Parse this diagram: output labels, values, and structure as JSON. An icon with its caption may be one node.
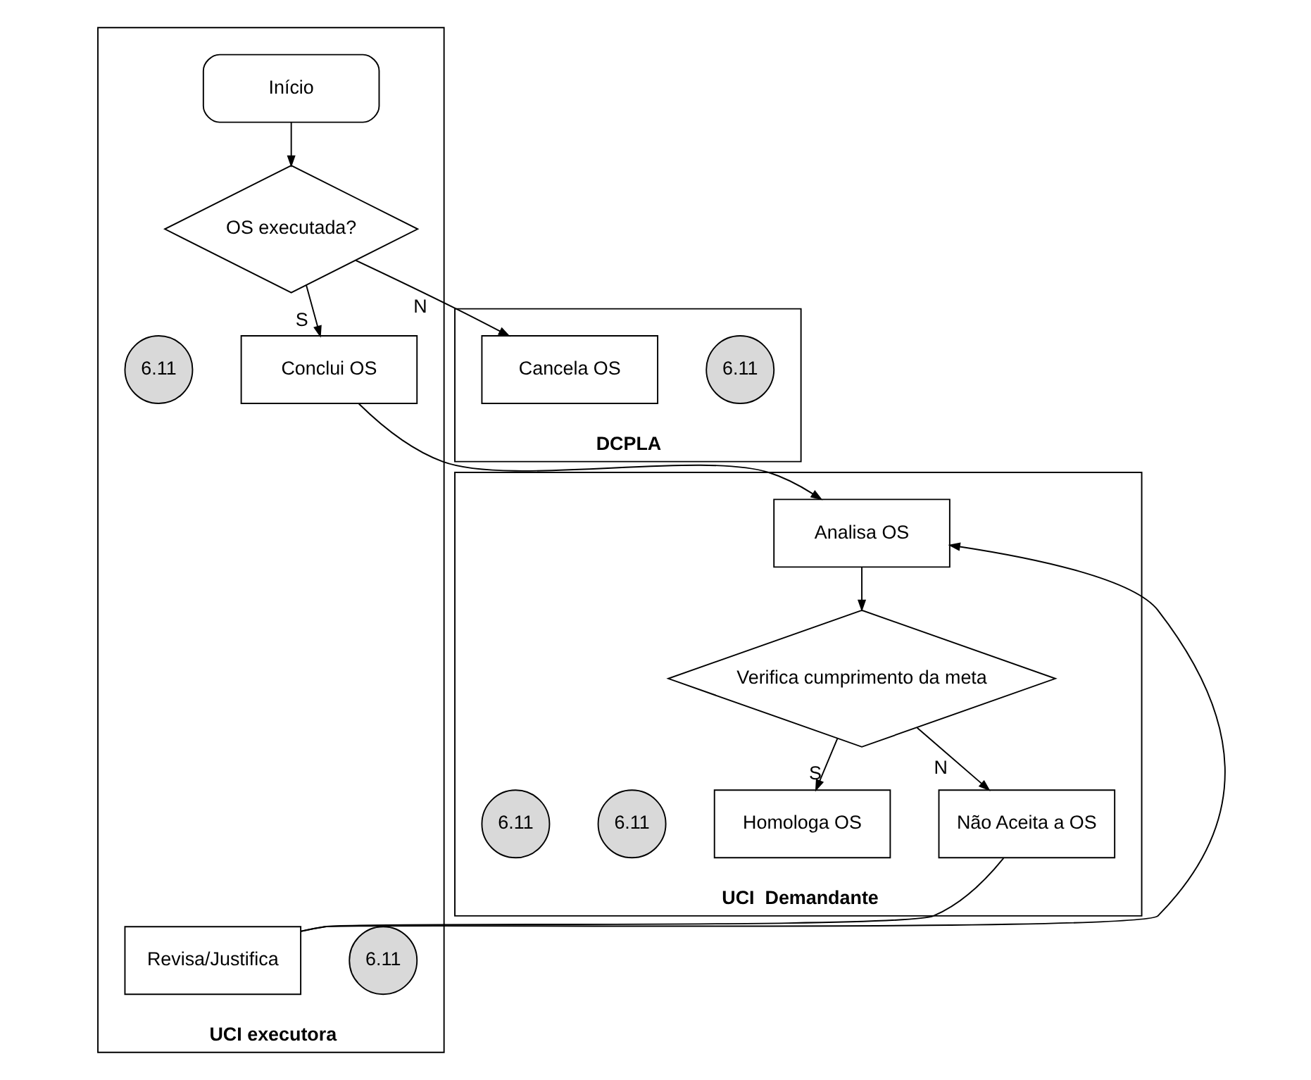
{
  "diagram": {
    "nodes": [
      {
        "text": [
          "UCI  Demandante"
        ]
      },
      {
        "text": [
          "DCPLA"
        ]
      },
      {
        "text": [
          "UCI executora"
        ]
      },
      {
        "text": [
          "Início"
        ],
        "in": 2
      },
      {
        "text": [
          "OS executada?"
        ],
        "in": 2
      },
      {
        "text": [
          "6.11"
        ],
        "in": 1
      },
      {
        "text": [
          "Cancela OS"
        ],
        "in": 1
      },
      {
        "text": [
          "6.11"
        ],
        "in": 2
      },
      {
        "text": [
          "Conclui OS"
        ],
        "in": 2
      },
      {
        "text": [
          "Analisa OS"
        ],
        "in": 0
      },
      {
        "text": [
          "Verifica cumprimento da meta"
        ],
        "in": 0
      },
      {
        "text": [
          "6.11"
        ],
        "in": 0
      },
      {
        "text": [
          "Homologa OS"
        ],
        "in": 0
      },
      {
        "text": [
          "6.11"
        ],
        "in": 0
      },
      {
        "text": [
          "Não Aceita a OS"
        ],
        "in": 0
      },
      {
        "text": [
          "6.11"
        ],
        "in": 2
      },
      {
        "text": [
          "Revisa/Justifica"
        ],
        "in": 2
      }
    ],
    "edges": [
      {
        "from": 3,
        "to": 4,
        "arrow": "to"
      },
      {
        "from": 4,
        "to": 6,
        "arrow": "to",
        "label": "N"
      },
      {
        "from": 4,
        "to": 8,
        "arrow": "to",
        "label": "S"
      },
      {
        "from": 8,
        "to": 9,
        "arrow": "to"
      },
      {
        "from": 9,
        "to": 10,
        "arrow": "to"
      },
      {
        "from": 10,
        "to": 12,
        "arrow": "to",
        "label": "S"
      },
      {
        "from": 10,
        "to": 14,
        "arrow": "to",
        "label": "N"
      },
      {
        "from": 14,
        "to": 16,
        "arrow": "none"
      },
      {
        "from": 16,
        "to": 9,
        "arrow": "to"
      }
    ]
  }
}
